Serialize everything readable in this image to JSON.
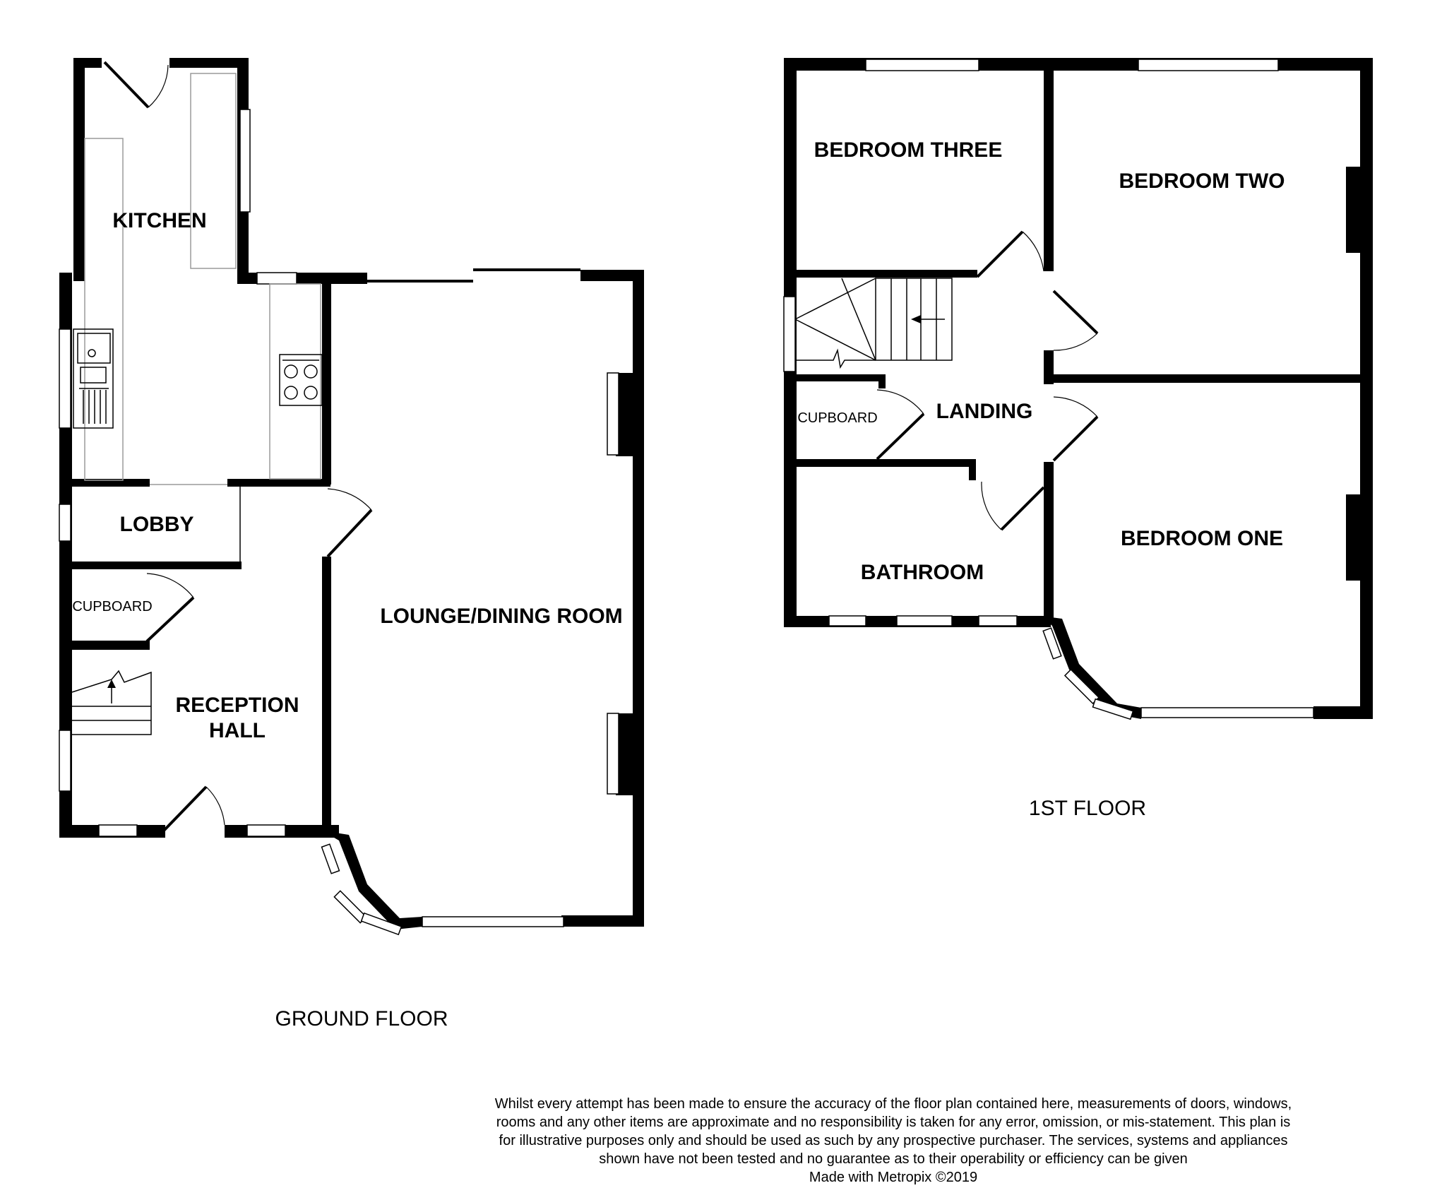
{
  "ground_floor": {
    "title": "GROUND FLOOR",
    "rooms": {
      "kitchen": "KITCHEN",
      "lobby": "LOBBY",
      "cupboard": "CUPBOARD",
      "reception_hall_line1": "RECEPTION",
      "reception_hall_line2": "HALL",
      "lounge": "LOUNGE/DINING ROOM"
    }
  },
  "first_floor": {
    "title": "1ST FLOOR",
    "rooms": {
      "bedroom_three": "BEDROOM THREE",
      "bedroom_two": "BEDROOM TWO",
      "bedroom_one": "BEDROOM ONE",
      "landing": "LANDING",
      "cupboard": "CUPBOARD",
      "bathroom": "BATHROOM"
    }
  },
  "disclaimer": {
    "text": "Whilst every attempt has been made to ensure the accuracy of the floor plan contained here, measurements of doors, windows, rooms and any other items are approximate and no responsibility is taken for any error, omission, or mis-statement. This plan is for illustrative purposes only and should be used as such by any prospective purchaser. The services, systems and appliances shown have not been tested and no guarantee as to their operability or efficiency can be given",
    "credit": "Made with Metropix ©2019"
  }
}
